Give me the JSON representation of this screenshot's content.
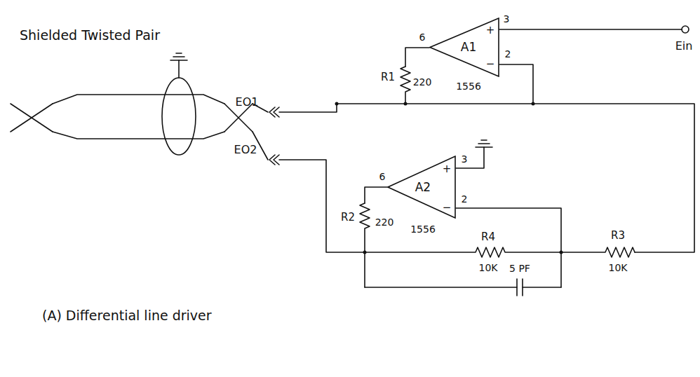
{
  "diagram": {
    "caption": "(A) Differential line driver",
    "nodes": [
      {
        "text": [
          "A1"
        ]
      },
      {
        "text": [
          "A2"
        ]
      }
    ],
    "labels": [
      "Shielded Twisted Pair",
      "EO1",
      "EO2",
      "6",
      "3",
      "2",
      "+",
      "−",
      "1556",
      "Ein",
      "R1",
      "220",
      "6",
      "3",
      "2",
      "+",
      "−",
      "1556",
      "R2",
      "220",
      "R4",
      "10K",
      "R3",
      "10K",
      "5 PF"
    ]
  }
}
